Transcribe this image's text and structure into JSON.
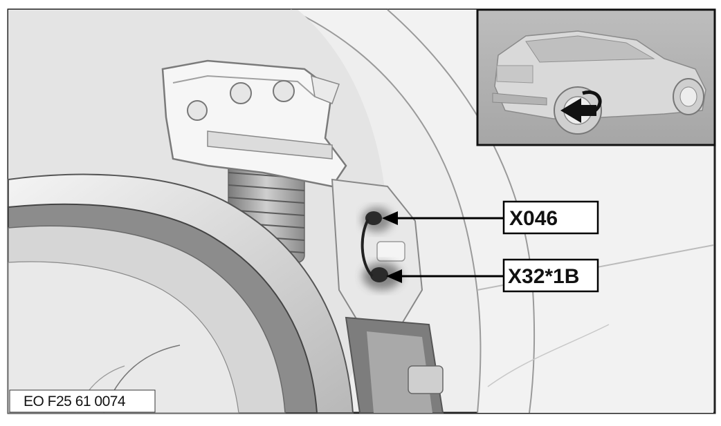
{
  "figure": {
    "figure_code": "EO F25 61 0074",
    "callouts": [
      {
        "id": "connector-x046",
        "label": "X046"
      },
      {
        "id": "connector-x32-1b",
        "label": "X32*1B"
      }
    ],
    "inset_view": {
      "subject": "vehicle rear three-quarter view with arrow marking rear wheel arch"
    }
  }
}
